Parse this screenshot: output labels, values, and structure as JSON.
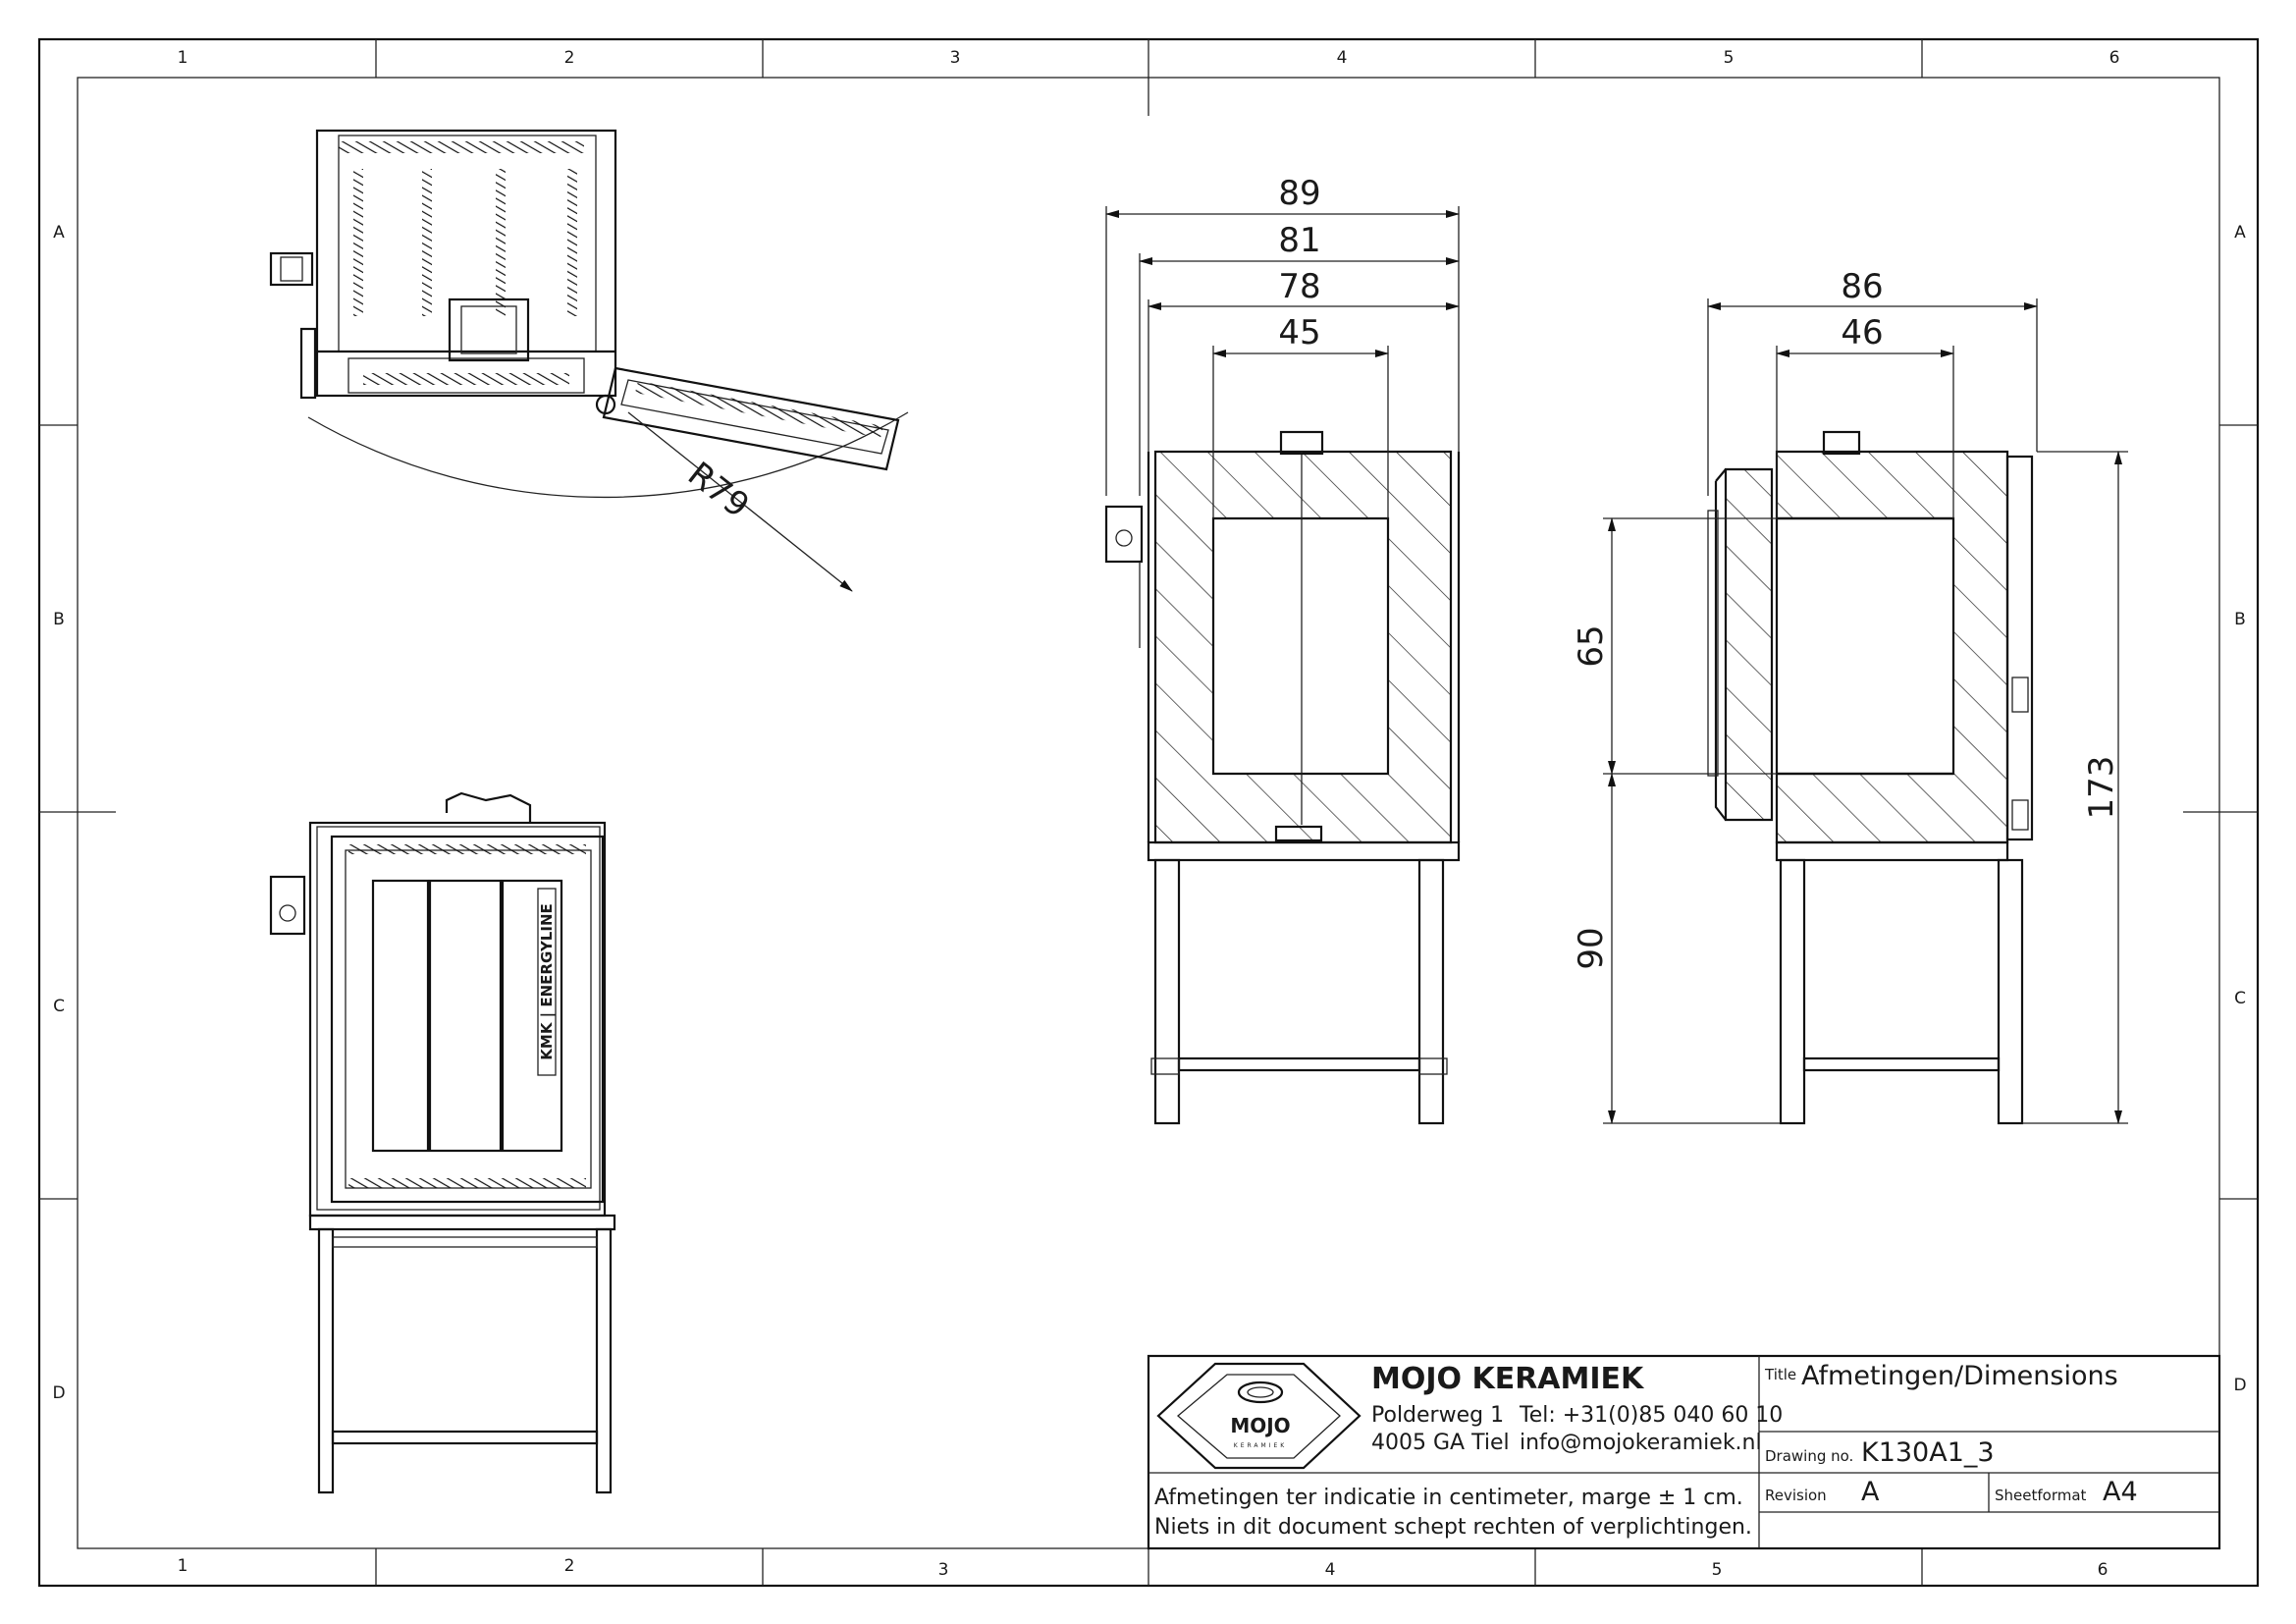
{
  "grid": {
    "columns": [
      "1",
      "2",
      "3",
      "4",
      "5",
      "6"
    ],
    "rows": [
      "A",
      "B",
      "C",
      "D"
    ]
  },
  "dimensions": {
    "front_width_89": "89",
    "front_width_81": "81",
    "front_width_78": "78",
    "front_inner_45": "45",
    "side_depth_86": "86",
    "side_inner_46": "46",
    "inner_height_65": "65",
    "stand_height_90": "90",
    "total_height_173": "173",
    "door_radius": "R79"
  },
  "title_block": {
    "company": "MOJO KERAMIEK",
    "logo_text": "MOJO",
    "logo_subtext": "KERAMIEK",
    "address_line1": "Polderweg 1",
    "address_line2": "4005 GA Tiel",
    "phone": "Tel: +31(0)85 040 60 10",
    "email": "info@mojokeramiek.nl",
    "title_label": "Title",
    "title_value": "Afmetingen/Dimensions",
    "drawing_no_label": "Drawing no.",
    "drawing_no_value": "K130A1_3",
    "revision_label": "Revision",
    "revision_value": "A",
    "sheetformat_label": "Sheetformat",
    "sheetformat_value": "A4",
    "note_line1": "Afmetingen ter indicatie in centimeter, marge ± 1 cm.",
    "note_line2": "Niets in dit document schept rechten of verplichtingen."
  },
  "door_label": "KMK | ENERGYLINE"
}
